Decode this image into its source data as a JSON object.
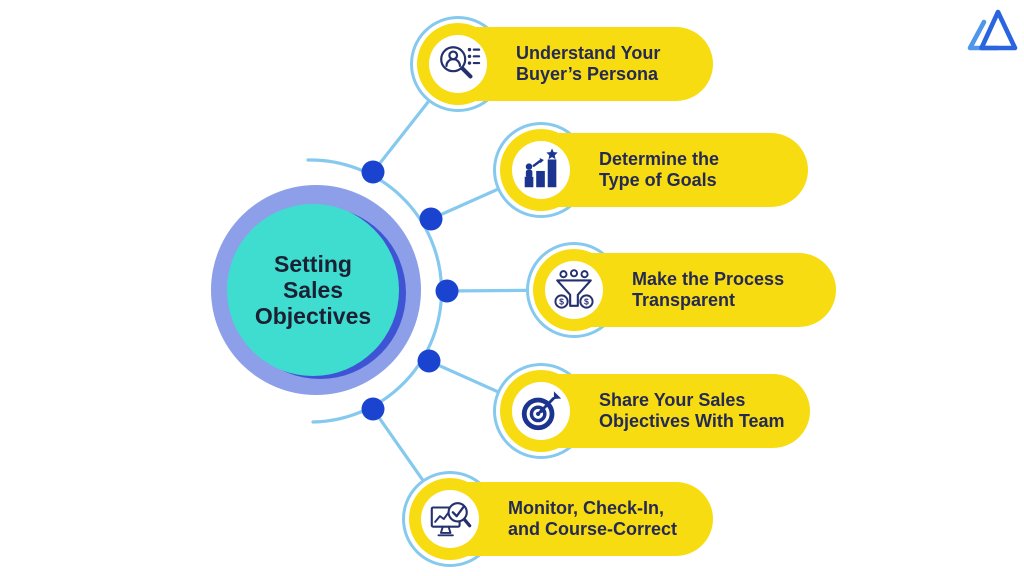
{
  "center": {
    "line1": "Setting",
    "line2": "Sales",
    "line3": "Objectives"
  },
  "items": [
    {
      "icon": "persona-search-icon",
      "line1": "Understand Your",
      "line2": "Buyer’s Persona"
    },
    {
      "icon": "growth-bars-icon",
      "line1": "Determine the",
      "line2": "Type of Goals"
    },
    {
      "icon": "funnel-money-icon",
      "line1": "Make the Process",
      "line2": "Transparent"
    },
    {
      "icon": "target-dart-icon",
      "line1": "Share Your Sales",
      "line2": "Objectives With Team"
    },
    {
      "icon": "monitor-check-icon",
      "line1": "Monitor, Check-In,",
      "line2": "and Course-Correct"
    }
  ],
  "currency_symbol": "$",
  "colors": {
    "pill_yellow": "#F8DC12",
    "connector_blue": "#85C9EF",
    "node_blue": "#1A43D0",
    "text_navy": "#252A52",
    "icon_navy": "#25306F",
    "icon_fill_navy": "#1A3490",
    "center_teal": "#3FDDD0",
    "center_ring": "#8C9FE8",
    "center_shadow": "#3E54D5",
    "logo_light_blue": "#4E97EA",
    "logo_dark_blue": "#2B64DF"
  }
}
